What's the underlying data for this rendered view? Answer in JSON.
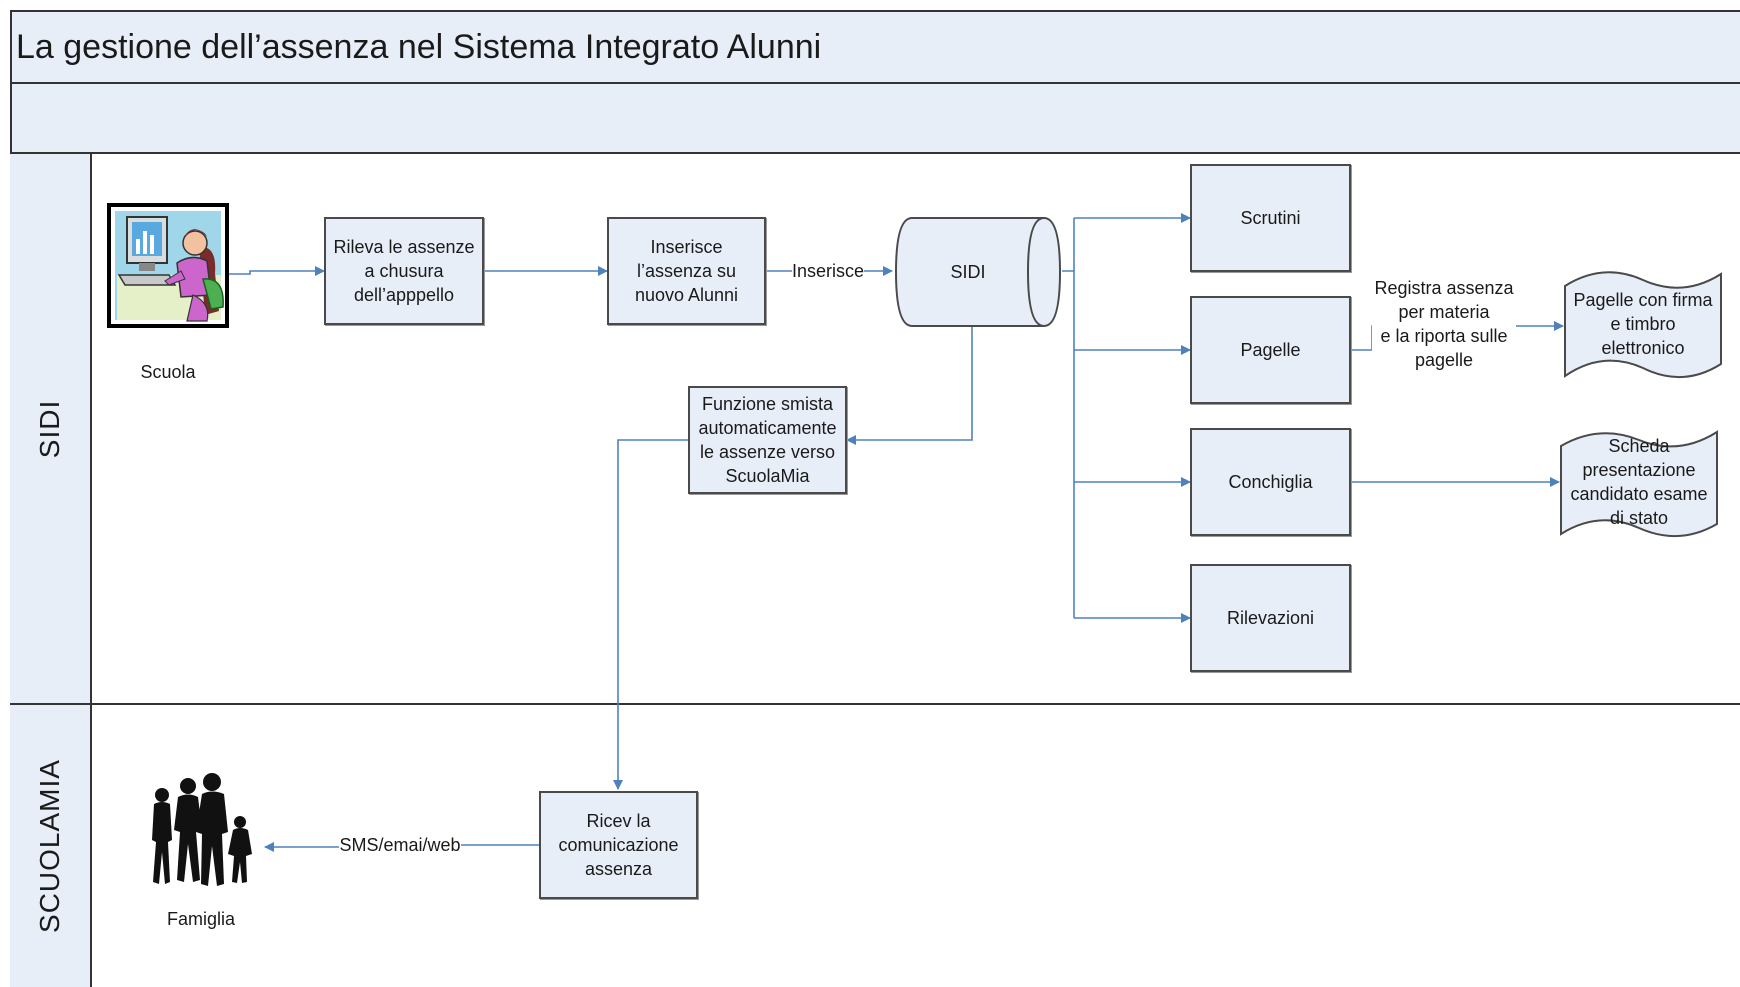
{
  "title": "La gestione dell’assenza nel Sistema Integrato Alunni",
  "lanes": {
    "sidi": "SIDI",
    "scuolamia": "SCUOLAMIA"
  },
  "actors": {
    "scuola": "Scuola",
    "famiglia": "Famiglia"
  },
  "boxes": {
    "rileva": "Rileva le assenze\na chusura\ndell’apppello",
    "inserisce": "Inserisce\nl’assenza su\nnuovo Alunni",
    "sidi": "SIDI",
    "funzione": "Funzione smista\nautomaticamente\nle assenze verso\nScuolaMia",
    "scrutini": "Scrutini",
    "pagelle": "Pagelle",
    "conchiglia": "Conchiglia",
    "rilevazioni": "Rilevazioni",
    "ricev": "Ricev la\ncomunicazione\nassenza"
  },
  "labels": {
    "inserisce_arrow": "Inserisce",
    "registra": "Registra assenza\nper materia\ne la riporta sulle\npagelle",
    "sms": "SMS/emai/web"
  },
  "documents": {
    "pagelle_firma": "Pagelle con firma\ne timbro\nelettronico",
    "scheda": "Scheda\npresentazione\ncandidato esame\ndi stato"
  },
  "colors": {
    "fill": "#e8eef8",
    "connector": "#4f81bd",
    "border": "#333333"
  }
}
